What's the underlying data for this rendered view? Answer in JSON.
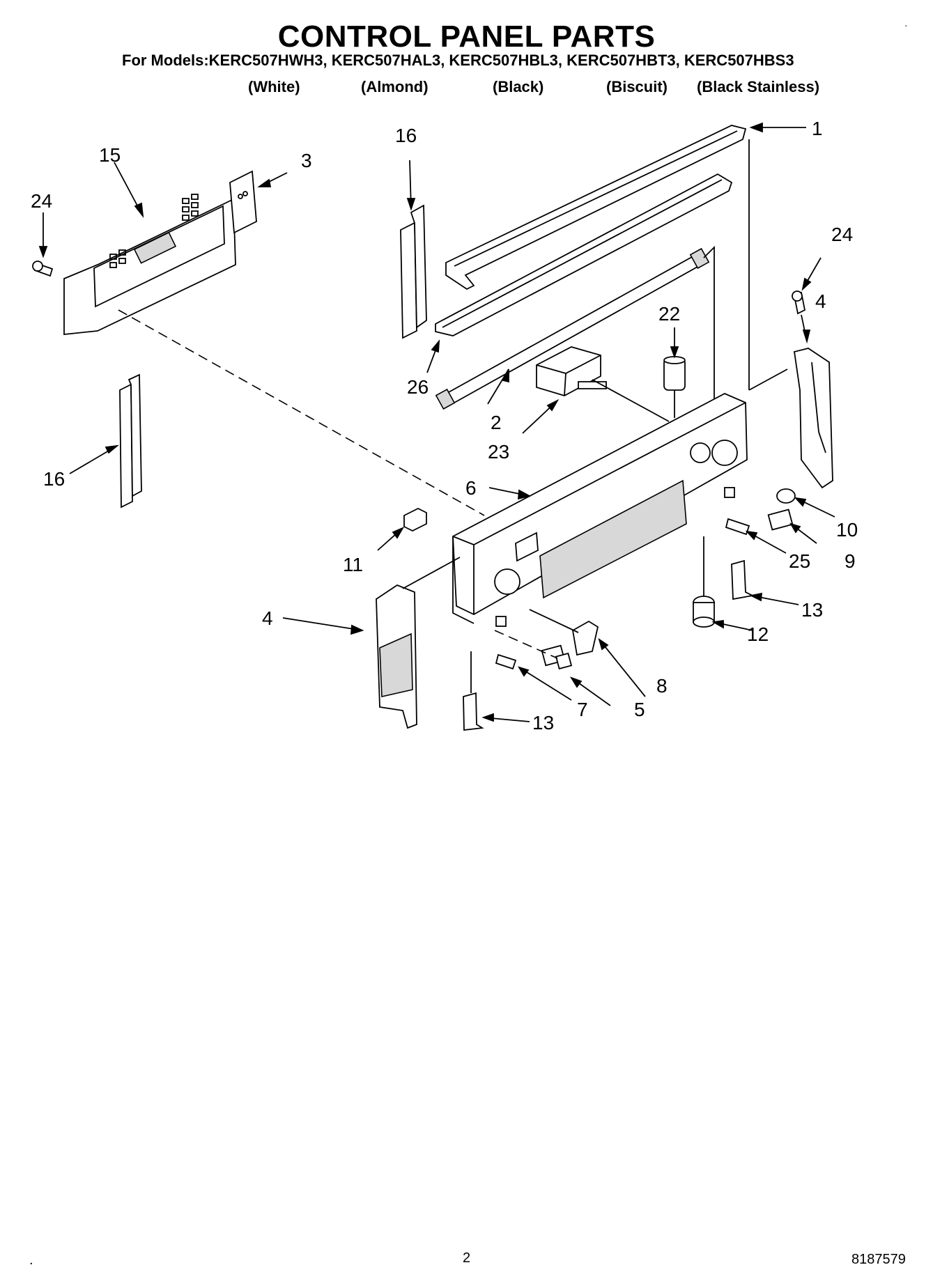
{
  "title": "CONTROL PANEL PARTS",
  "models_line": "For Models:KERC507HWH3, KERC507HAL3, KERC507HBL3, KERC507HBT3, KERC507HBS3",
  "colors": [
    "(White)",
    "(Almond)",
    "(Black)",
    "(Biscuit)",
    "(Black Stainless)"
  ],
  "callouts": {
    "c1": "1",
    "c2": "2",
    "c3": "3",
    "c4a": "4",
    "c4b": "4",
    "c5": "5",
    "c6": "6",
    "c7": "7",
    "c8": "8",
    "c9": "9",
    "c10": "10",
    "c11": "11",
    "c12": "12",
    "c13a": "13",
    "c13b": "13",
    "c15": "15",
    "c16a": "16",
    "c16b": "16",
    "c22": "22",
    "c23": "23",
    "c24a": "24",
    "c24b": "24",
    "c25": "25",
    "c26": "26"
  },
  "footer": {
    "page_number": "2",
    "doc_number": "8187579"
  }
}
